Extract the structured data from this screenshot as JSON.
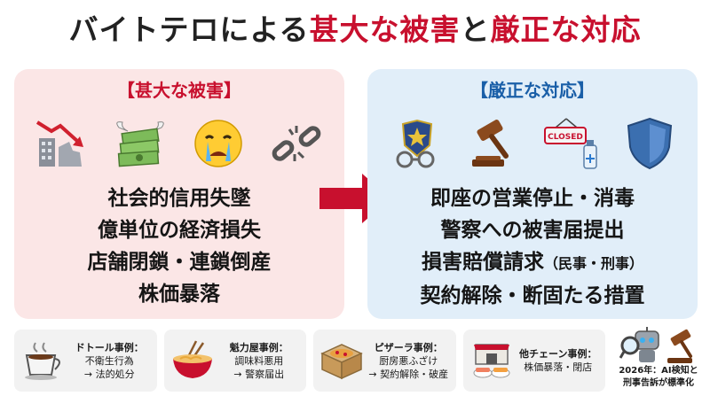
{
  "title": {
    "part1": "バイトテロによる",
    "part2": "甚大な被害",
    "part3": "と",
    "part4": "厳正な対応"
  },
  "left_panel": {
    "heading": "【甚大な被害】",
    "icons": [
      "collapsing-building-chart-icon",
      "flying-money-icon",
      "crying-face-icon",
      "broken-chain-icon"
    ],
    "lines": [
      "社会的信用失墜",
      "億単位の経済損失",
      "店舗閉鎖・連鎖倒産",
      "株価暴落"
    ]
  },
  "right_panel": {
    "heading": "【厳正な対応】",
    "icons": [
      "police-badge-handcuffs-icon",
      "gavel-icon",
      "closed-sign-spray-icon",
      "shield-icon"
    ],
    "closed_sign": "CLOSED",
    "lines": [
      "即座の営業停止・消毒",
      "警察への被害届提出",
      "損害賠償請求",
      "契約解除・断固たる措置"
    ],
    "line3_suffix": "（民事・刑事）"
  },
  "cases": [
    {
      "icon": "coffee-cup-icon",
      "title": "ドトール事例：",
      "line1": "不衛生行為",
      "line2": "→ 法的処分"
    },
    {
      "icon": "ramen-bowl-icon",
      "title": "魁力屋事例：",
      "line1": "調味料悪用",
      "line2": "→ 警察届出"
    },
    {
      "icon": "pizza-box-icon",
      "title": "ピザーラ事例：",
      "line1": "厨房悪ふざけ",
      "line2": "→ 契約解除・破産"
    },
    {
      "icon": "sushi-shop-icon",
      "title": "他チェーン事例：",
      "line1": "株価暴落・閉店",
      "line2": ""
    }
  ],
  "ai_note": {
    "line1": "2026年：AI検知と",
    "line2": "刑事告訴が標準化"
  },
  "colors": {
    "accent_red": "#c8102e",
    "accent_blue": "#1a5fa8",
    "left_bg": "#fbe6e6",
    "right_bg": "#e1eef9"
  }
}
